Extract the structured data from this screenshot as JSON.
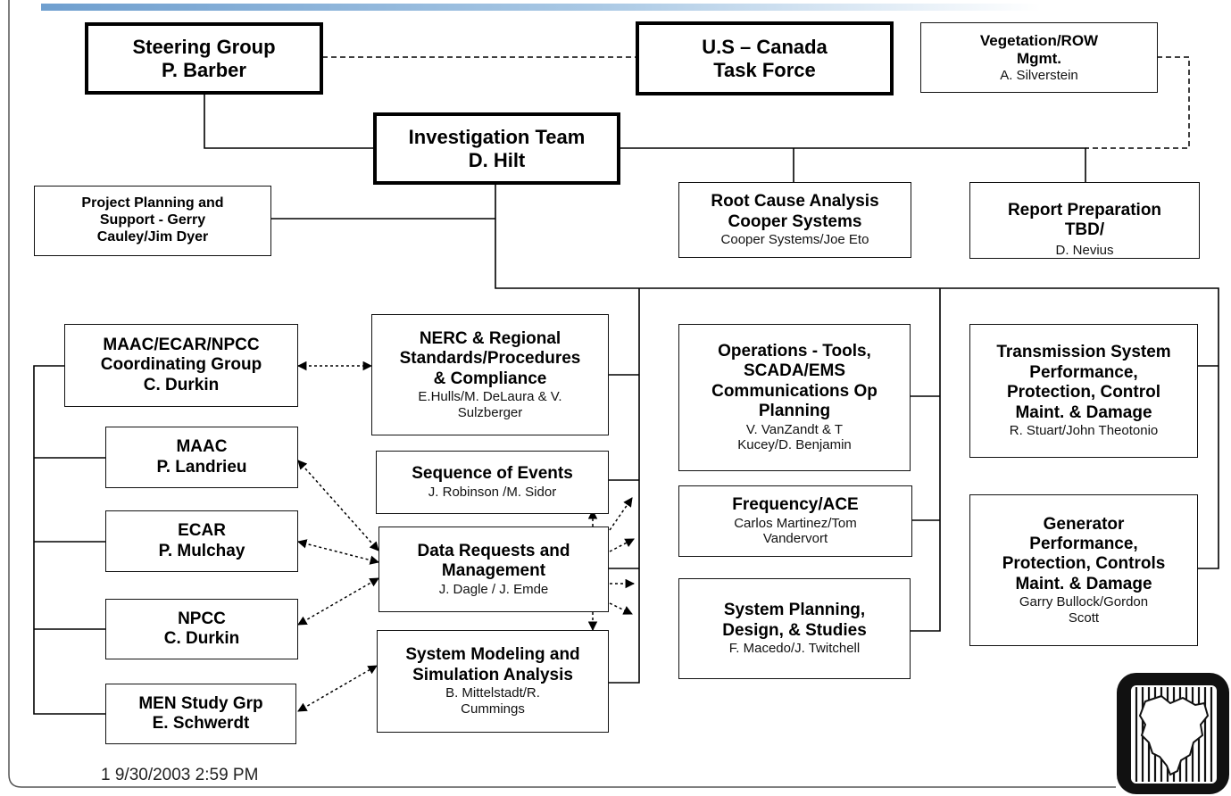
{
  "boxes": {
    "steering": {
      "title": "Steering Group\nP. Barber"
    },
    "taskforce": {
      "title": "U.S – Canada\nTask Force"
    },
    "vegetation": {
      "title": "Vegetation/ROW\nMgmt.",
      "sub": "A. Silverstein"
    },
    "investigation": {
      "title": "Investigation Team\nD. Hilt"
    },
    "project_planning": {
      "title": "Project Planning and\nSupport - Gerry\nCauley/Jim Dyer"
    },
    "root_cause": {
      "title": "Root Cause Analysis\nCooper Systems",
      "sub": "Cooper Systems/Joe Eto"
    },
    "report_prep": {
      "title": "Report Preparation\nTBD/",
      "sub": "D. Nevius"
    },
    "coord_group": {
      "title": "MAAC/ECAR/NPCC\nCoordinating Group\nC. Durkin"
    },
    "maac": {
      "title": "MAAC\nP. Landrieu"
    },
    "ecar": {
      "title": "ECAR\nP. Mulchay"
    },
    "npcc": {
      "title": "NPCC\nC. Durkin"
    },
    "men": {
      "title": "MEN Study Grp\nE. Schwerdt"
    },
    "nerc": {
      "title": "NERC & Regional\nStandards/Procedures\n& Compliance",
      "sub": "E.Hulls/M. DeLaura & V.\nSulzberger"
    },
    "sequence": {
      "title": "Sequence of Events",
      "sub": "J. Robinson /M. Sidor"
    },
    "data_requests": {
      "title": "Data Requests and\nManagement",
      "sub": "J. Dagle / J. Emde"
    },
    "system_modeling": {
      "title": "System Modeling and\nSimulation Analysis",
      "sub": "B. Mittelstadt/R.\nCummings"
    },
    "operations": {
      "title": "Operations - Tools,\nSCADA/EMS\nCommunications Op\nPlanning",
      "sub": "V. VanZandt & T\nKucey/D. Benjamin"
    },
    "frequency": {
      "title": "Frequency/ACE",
      "sub": "Carlos Martinez/Tom\nVandervort"
    },
    "system_planning": {
      "title": "System Planning,\nDesign, & Studies",
      "sub": "F. Macedo/J. Twitchell"
    },
    "transmission": {
      "title": "Transmission System\nPerformance,\nProtection, Control\nMaint. & Damage",
      "sub": "R. Stuart/John Theotonio"
    },
    "generator": {
      "title": "Generator\nPerformance,\nProtection, Controls\nMaint. & Damage",
      "sub": "Garry Bullock/Gordon\nScott"
    }
  },
  "footer": {
    "timestamp": "1 9/30/2003 2:59 PM"
  },
  "colors": {
    "accent_bar": "#6f9fcf",
    "line": "#000000",
    "frame": "#555555"
  }
}
